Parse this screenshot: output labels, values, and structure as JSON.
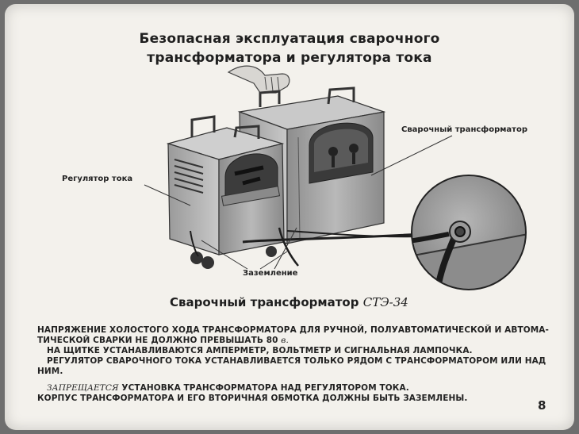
{
  "title": {
    "line1": "Безопасная эксплуатация сварочного",
    "line2": "трансформатора и регулятора тока"
  },
  "labels": {
    "transformer": "Сварочный трансформатор",
    "regulator": "Регулятор тока",
    "grounding": "Заземление"
  },
  "caption": {
    "text": "Сварочный трансформатор",
    "model": "СТЭ-34"
  },
  "body": {
    "p1_line1": "НАПРЯЖЕНИЕ ХОЛОСТОГО ХОДА ТРАНСФОРМАТОРА ДЛЯ РУЧНОЙ, ПОЛУАВТОМАТИЧЕСКОЙ И АВТОМА-",
    "p1_line2_start": "ТИЧЕСКОЙ СВАРКИ НЕ ДОЛЖНО ПРЕВЫШАТЬ 80",
    "p1_unit": "в.",
    "p2": "НА ЩИТКЕ УСТАНАВЛИВАЮТСЯ АМПЕРМЕТР, ВОЛЬТМЕТР И СИГНАЛЬНАЯ ЛАМПОЧКА.",
    "p3_line1": "РЕГУЛЯТОР СВАРОЧНОГО ТОКА УСТАНАВЛИВАЕТСЯ ТОЛЬКО РЯДОМ С ТРАНСФОРМАТОРОМ ИЛИ НАД",
    "p3_line2": "НИМ.",
    "p4_prefix": "ЗАПРЕЩАЕТСЯ",
    "p4_rest": "УСТАНОВКА ТРАНСФОРМАТОРА НАД РЕГУЛЯТОРОМ ТОКА.",
    "p5": "КОРПУС ТРАНСФОРМАТОРА И ЕГО ВТОРИЧНАЯ ОБМОТКА ДОЛЖНЫ БЫТЬ ЗАЗЕМЛЕНЫ."
  },
  "page_number": "8"
}
